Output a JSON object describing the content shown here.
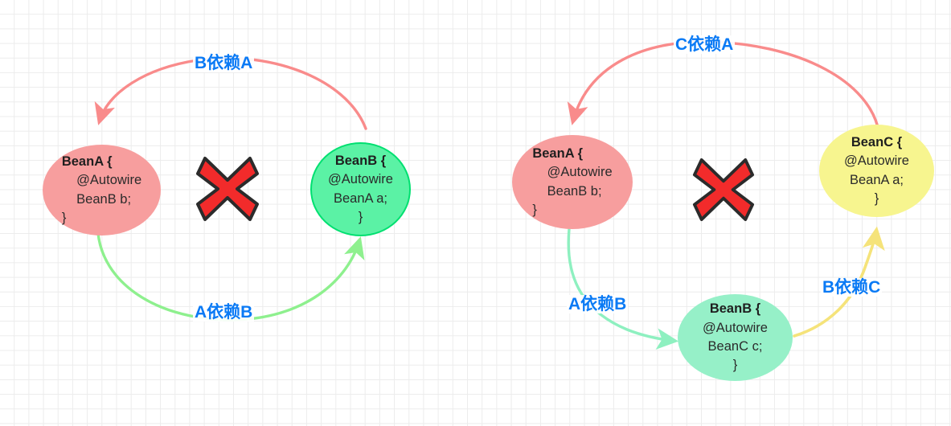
{
  "diagram": {
    "title": "Spring Bean circular dependency diagram",
    "colors": {
      "label_blue": "#0a7af5",
      "arrow_red": "#f98b8b",
      "arrow_green_light": "#8ef08e",
      "arrow_green_mint": "#8ef0c0",
      "arrow_yellow": "#f5e37a",
      "node_red_fill": "#f79e9e",
      "node_red_border": "#f79e9e",
      "node_green_fill": "#5bf2a5",
      "node_green_border": "#00e070",
      "node_green_light_fill": "#96f0c8",
      "node_yellow_fill": "#f7f58f",
      "x_fill": "#f22b2b",
      "x_stroke": "#2b2b2b",
      "grid_line": "#ececec",
      "text": "#2b2b2b"
    },
    "left_group": {
      "nodes": [
        {
          "id": "left-beana",
          "name": "BeanA",
          "code_bold": "BeanA {",
          "code_lines": [
            "    @Autowire",
            "    BeanB b;",
            "}"
          ],
          "fill": "#f79e9e"
        },
        {
          "id": "left-beanb",
          "name": "BeanB",
          "code_bold": "BeanB {",
          "code_lines": [
            "@Autowire",
            "BeanA a;",
            "}"
          ],
          "fill": "#5bf2a5"
        }
      ],
      "edges": [
        {
          "id": "left-edge-b-depends-a",
          "label": "B依赖A",
          "color": "#f98b8b",
          "from": "BeanB",
          "to": "BeanA"
        },
        {
          "id": "left-edge-a-depends-b",
          "label": "A依赖B",
          "color": "#8ef08e",
          "from": "BeanA",
          "to": "BeanB"
        }
      ],
      "marker": {
        "id": "left-x-mark",
        "name": "red-cross",
        "meaning": "circular dependency not allowed"
      }
    },
    "right_group": {
      "nodes": [
        {
          "id": "right-beana",
          "name": "BeanA",
          "code_bold": "BeanA {",
          "code_lines": [
            "    @Autowire",
            "    BeanB b;",
            "}"
          ],
          "fill": "#f79e9e"
        },
        {
          "id": "right-beanb",
          "name": "BeanB",
          "code_bold": "BeanB {",
          "code_lines": [
            "@Autowire",
            "BeanC c;",
            "}"
          ],
          "fill": "#96f0c8"
        },
        {
          "id": "right-beanc",
          "name": "BeanC",
          "code_bold": "BeanC {",
          "code_lines": [
            "@Autowire",
            "BeanA a;",
            "}"
          ],
          "fill": "#f7f58f"
        }
      ],
      "edges": [
        {
          "id": "right-edge-c-depends-a",
          "label": "C依赖A",
          "color": "#f98b8b",
          "from": "BeanC",
          "to": "BeanA"
        },
        {
          "id": "right-edge-a-depends-b",
          "label": "A依赖B",
          "color": "#8ef0c0",
          "from": "BeanA",
          "to": "BeanB"
        },
        {
          "id": "right-edge-b-depends-c",
          "label": "B依赖C",
          "color": "#f5e37a",
          "from": "BeanB",
          "to": "BeanC"
        }
      ],
      "marker": {
        "id": "right-x-mark",
        "name": "red-cross",
        "meaning": "circular dependency not allowed"
      }
    }
  }
}
